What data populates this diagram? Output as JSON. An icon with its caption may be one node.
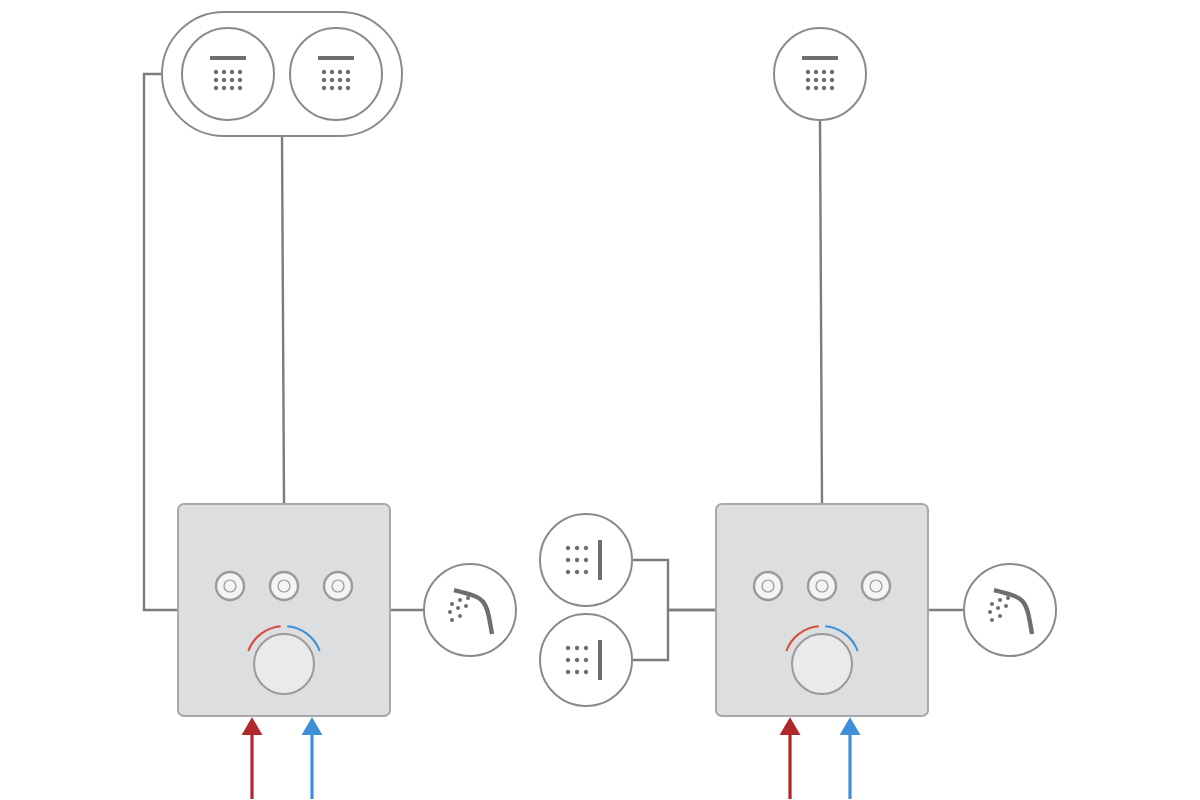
{
  "diagram": {
    "nodes": [
      {
        "text": [],
        "shape": "box"
      },
      {
        "text": [],
        "shape": "circle",
        "in": 0
      },
      {
        "text": [],
        "shape": "circle",
        "in": 0
      },
      {
        "text": [],
        "shape": "picture"
      },
      {
        "text": [],
        "shape": "circle"
      },
      {
        "text": [],
        "shape": "circle"
      },
      {
        "text": [],
        "shape": "circle"
      },
      {
        "text": [],
        "shape": "circle"
      },
      {
        "text": [],
        "shape": "picture"
      },
      {
        "text": [],
        "shape": "circle"
      }
    ],
    "edges": [
      {
        "from": 0,
        "to": 3,
        "arrow": "none"
      },
      {
        "from": 0,
        "to": 3,
        "arrow": "none"
      },
      {
        "from": 3,
        "to": 4,
        "arrow": "none"
      },
      {
        "from": 5,
        "to": 8,
        "arrow": "none"
      },
      {
        "from": 6,
        "to": 8,
        "arrow": "none"
      },
      {
        "from": 7,
        "to": 8,
        "arrow": "none"
      },
      {
        "from": 8,
        "to": 9,
        "arrow": "none"
      },
      {
        "from": null,
        "to": 3,
        "arrow": "to",
        "color": "#b0282c"
      },
      {
        "from": null,
        "to": 3,
        "arrow": "to",
        "color": "#3f8fd8"
      },
      {
        "from": null,
        "to": 8,
        "arrow": "to",
        "color": "#b0282c"
      },
      {
        "from": null,
        "to": 8,
        "arrow": "to",
        "color": "#3f8fd8"
      }
    ]
  }
}
